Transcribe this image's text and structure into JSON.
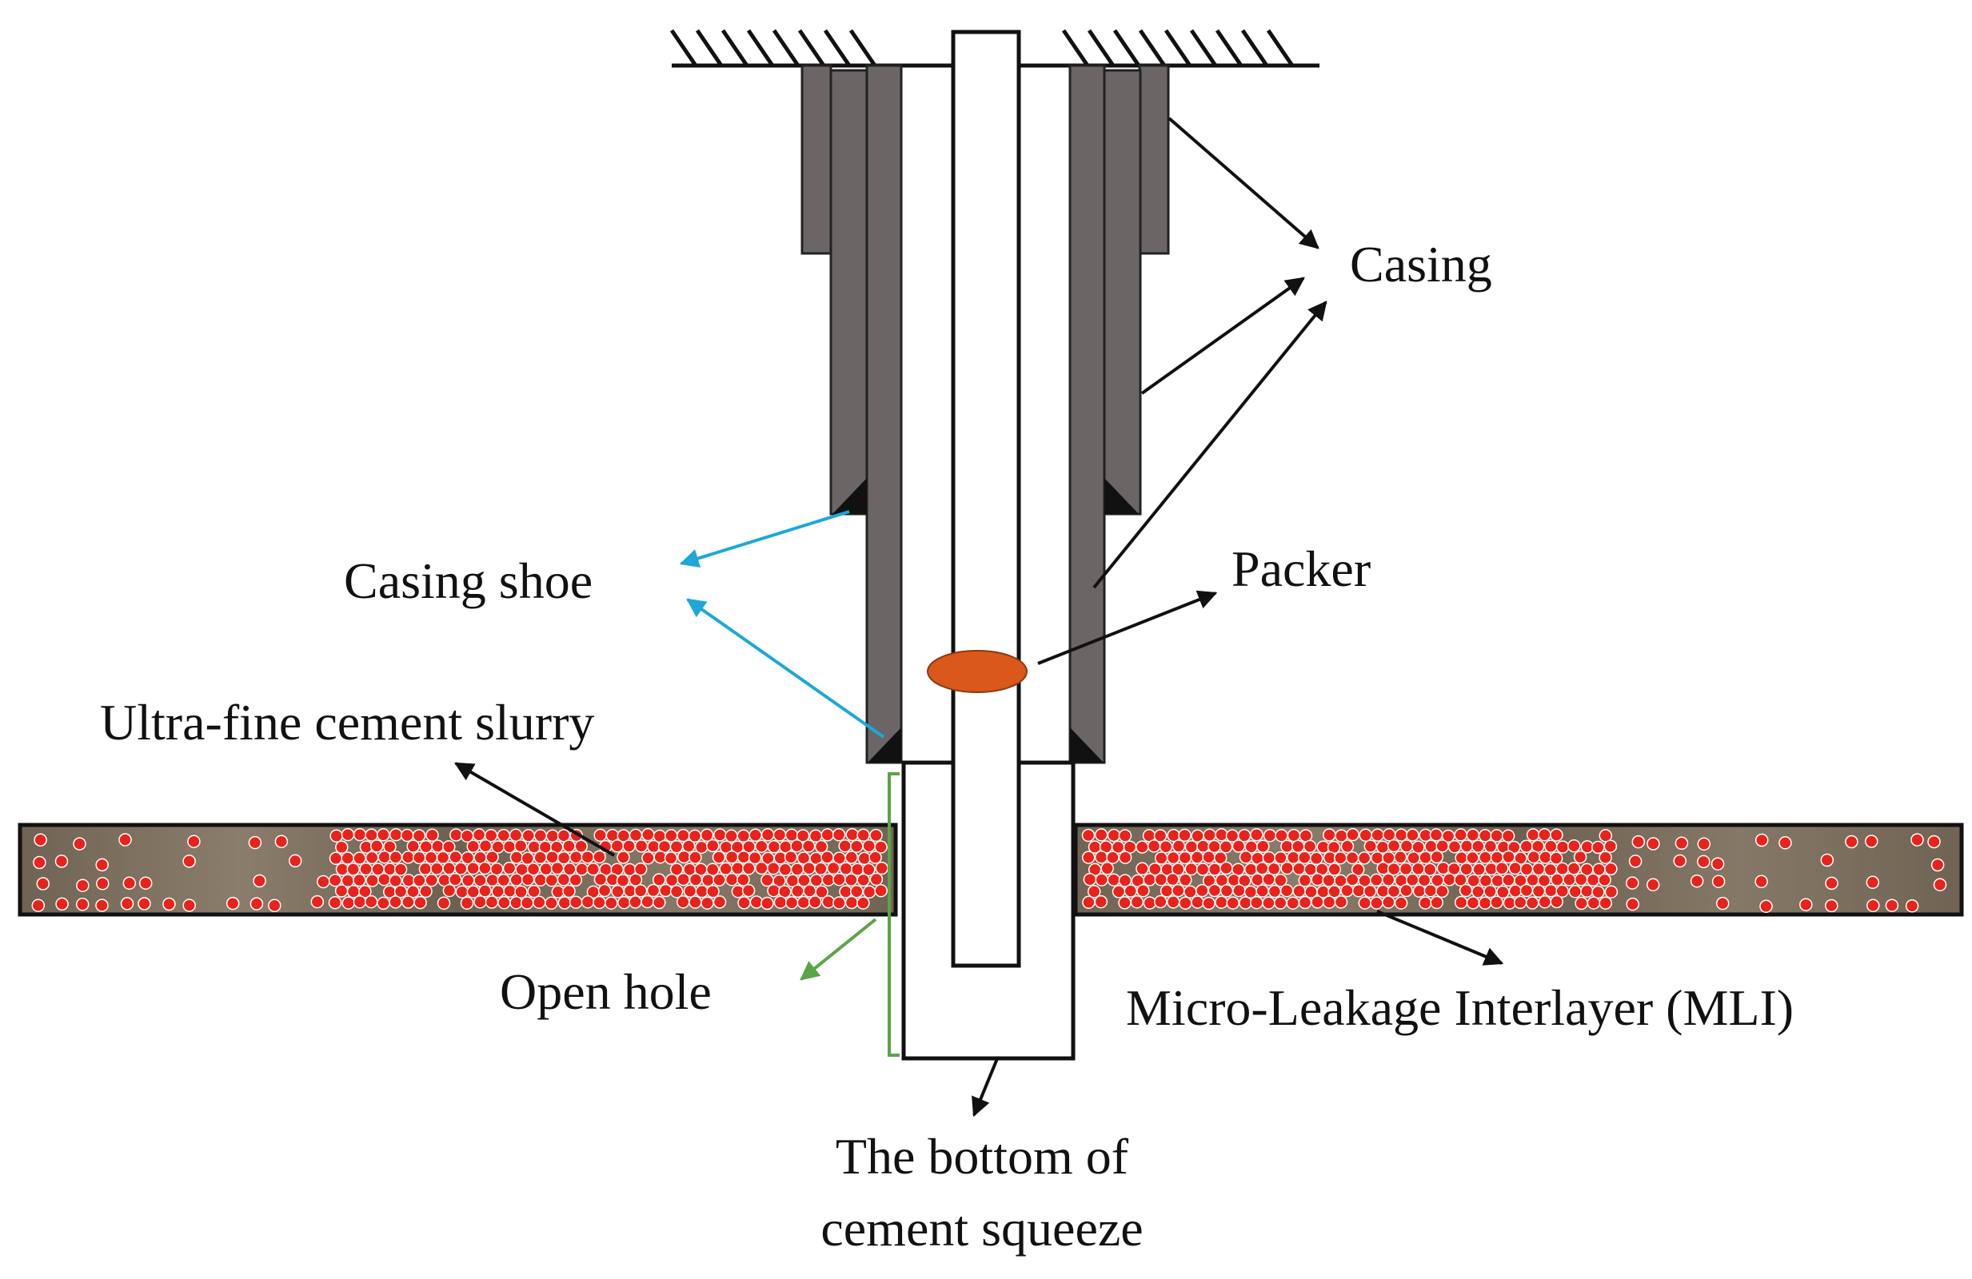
{
  "labels": {
    "casing": "Casing",
    "casing_shoe": "Casing shoe",
    "packer": "Packer",
    "slurry": "Ultra-fine cement slurry",
    "open_hole": "Open hole",
    "mli": "Micro-Leakage Interlayer (MLI)",
    "bottom_line1": "The bottom of",
    "bottom_line2": "cement squeeze"
  },
  "colors": {
    "casing": "#6b6566",
    "slurry": "#e8231c",
    "packer": "#d9581a",
    "formation": "#7a6e5e",
    "shoe_arrow": "#1ea7d8",
    "open_hole_arrow": "#5aa545"
  }
}
